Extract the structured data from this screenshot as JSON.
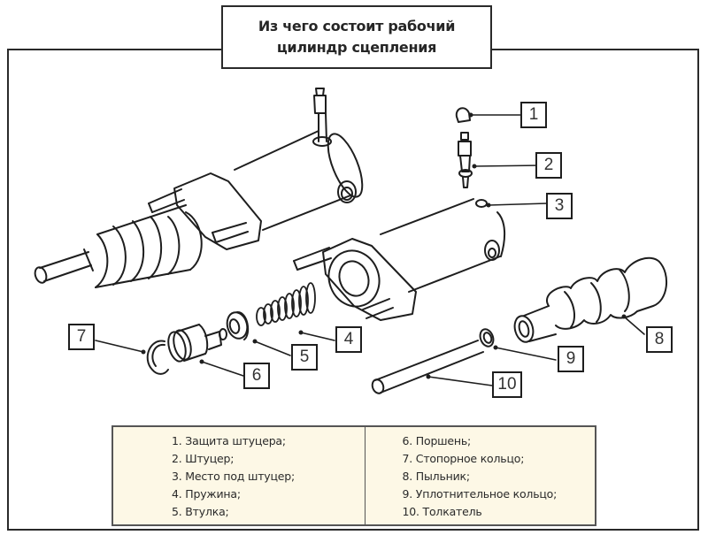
{
  "title": {
    "line1": "Из чего состоит рабочий",
    "line2": "цилиндр сцепления"
  },
  "callouts": [
    "1",
    "2",
    "3",
    "4",
    "5",
    "6",
    "7",
    "8",
    "9",
    "10"
  ],
  "legend": {
    "left": [
      "1. Защита штуцера;",
      "2. Штуцер;",
      "3. Место под штуцер;",
      "4. Пружина;",
      "5. Втулка;"
    ],
    "right": [
      "6. Поршень;",
      "7. Стопорное кольцо;",
      "8. Пыльник;",
      "9. Уплотнительное кольцо;",
      "10. Толкатель"
    ]
  },
  "colors": {
    "line": "#1e1e1e",
    "legend_background": "#fdf8e6",
    "frame": "#2a2a2a"
  }
}
